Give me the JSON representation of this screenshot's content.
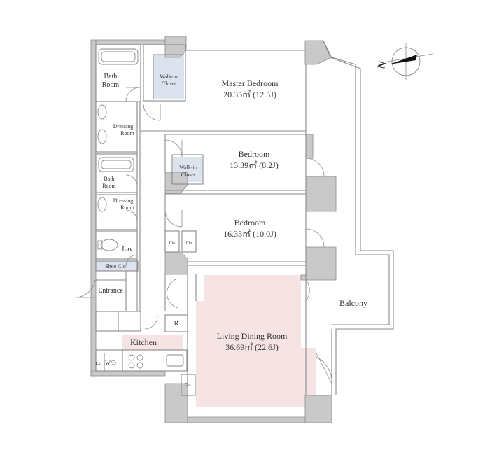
{
  "colors": {
    "wall": "#c9c9c9",
    "line": "#8a8a8a",
    "living_fill": "#f6e4e4",
    "closet_fill": "#dde3ee",
    "text": "#333333"
  },
  "compass": {
    "label": "N"
  },
  "rooms": {
    "master_bedroom": {
      "name": "Master Bedroom",
      "area": "20.35㎡  (12.5J)"
    },
    "bedroom_1": {
      "name": "Bedroom",
      "area": "13.39㎡  (8.2J)"
    },
    "bedroom_2": {
      "name": "Bedroom",
      "area": "16.33㎡  (10.0J)"
    },
    "living": {
      "name": "Living Dining Room",
      "area": "36.69㎡  (22.6J)"
    },
    "balcony": {
      "name": "Balcony"
    },
    "kitchen": {
      "name": "Kitchen"
    },
    "entrance": {
      "name": "Entrance"
    },
    "bath_1": {
      "line1": "Bath",
      "line2": "Room"
    },
    "bath_2": {
      "line1": "Bath",
      "line2": "Room"
    },
    "dressing_1": {
      "line1": "Dressing",
      "line2": "Room"
    },
    "dressing_2": {
      "line1": "Dressing",
      "line2": "Room"
    },
    "walkin_1": {
      "line1": "Walk-in",
      "line2": "Closet"
    },
    "walkin_2": {
      "line1": "Walk-in",
      "line2": "Closet"
    },
    "lav": {
      "name": "Lav"
    },
    "shoe_clo": {
      "name": "Shoe Clo"
    },
    "clo_1": {
      "name": "Clo"
    },
    "clo_2": {
      "name": "Clo"
    },
    "clo_3": {
      "name": "Clo"
    },
    "refrigerator": {
      "name": "R"
    },
    "washer_dryer": {
      "name": "W/D"
    },
    "lin": {
      "name": "Lin"
    }
  }
}
